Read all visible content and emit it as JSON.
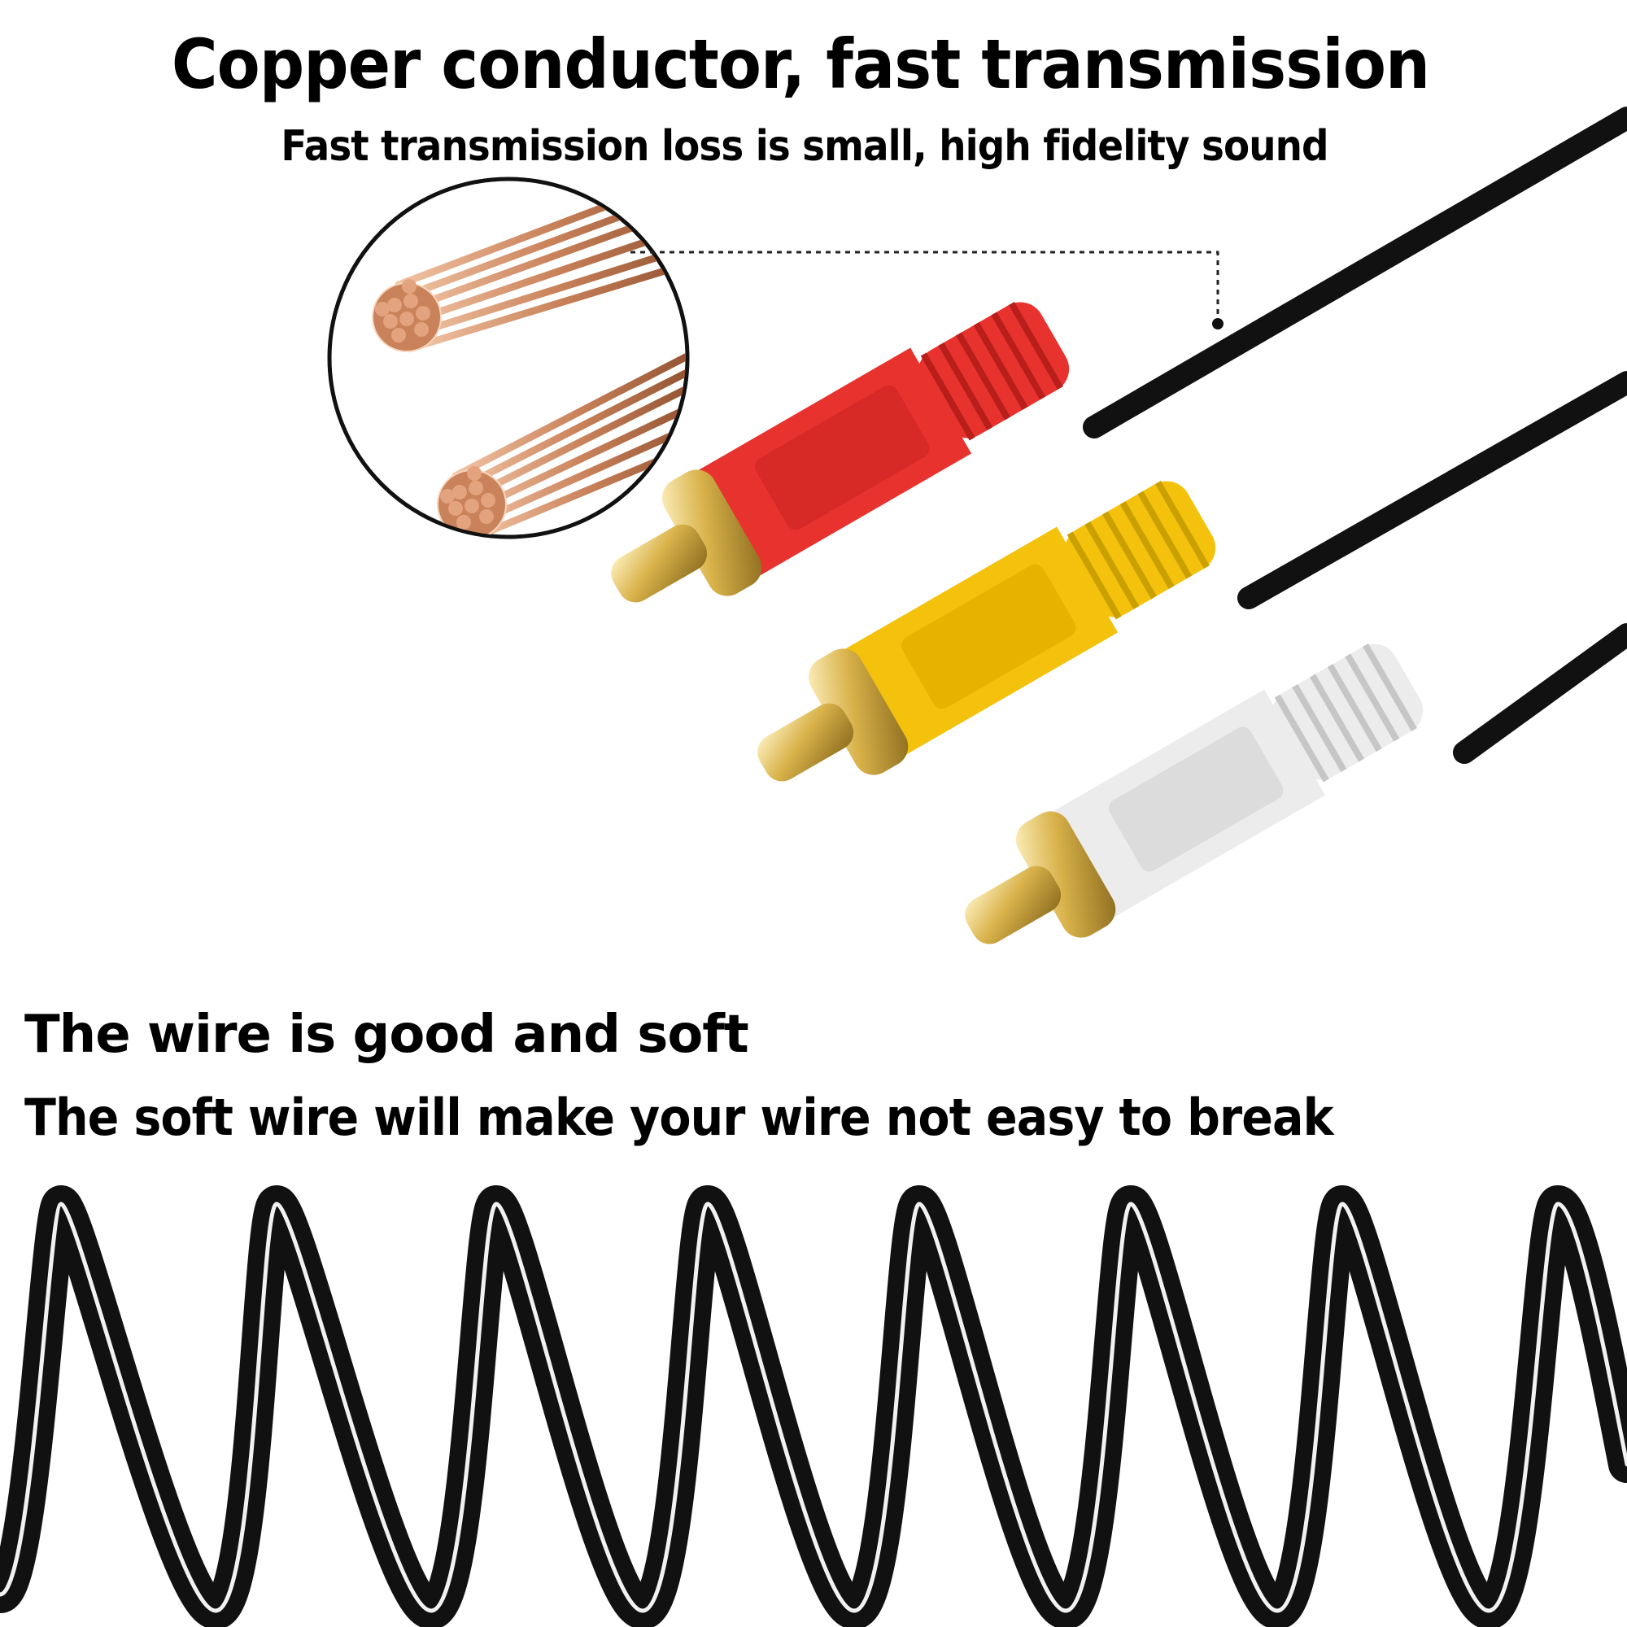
{
  "header": {
    "title": "Copper conductor, fast transmission",
    "subtitle": "Fast transmission loss is small, high fidelity sound"
  },
  "wire_section": {
    "title": "The wire is good and soft",
    "subtitle": "The soft wire will make your wire not easy to break"
  },
  "colors": {
    "background": "#ffffff",
    "text": "#000000",
    "cable": "#111111",
    "plug_red": "#e8322e",
    "plug_yellow": "#f4c20d",
    "plug_white": "#ececec",
    "gold": "#d9b24a",
    "copper": "#c9825a"
  },
  "connectors": [
    {
      "name": "red-rca-plug",
      "color": "#e8322e"
    },
    {
      "name": "yellow-rca-plug",
      "color": "#f4c20d"
    },
    {
      "name": "white-rca-plug",
      "color": "#ececec"
    }
  ]
}
